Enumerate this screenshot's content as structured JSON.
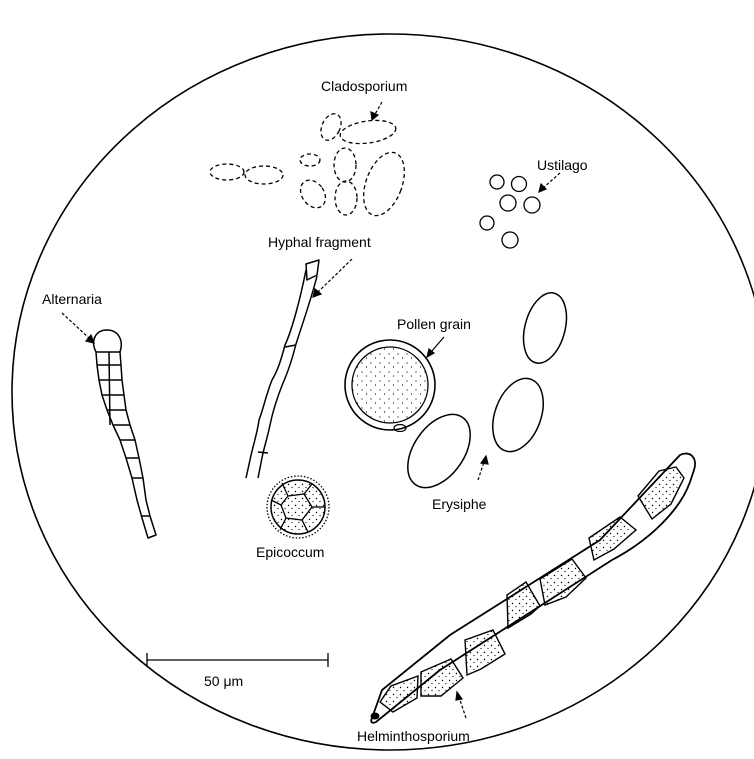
{
  "labels": {
    "cladosporium": "Cladosporium",
    "ustilago": "Ustilago",
    "hyphal_fragment": "Hyphal fragment",
    "alternaria": "Alternaria",
    "pollen_grain": "Pollen grain",
    "erysiphe": "Erysiphe",
    "epicoccum": "Epicoccum",
    "helminthosporium": "Helminthosporium"
  },
  "scale_bar": {
    "label": "50 μm"
  },
  "colors": {
    "ink": "#000000",
    "background": "#ffffff"
  }
}
